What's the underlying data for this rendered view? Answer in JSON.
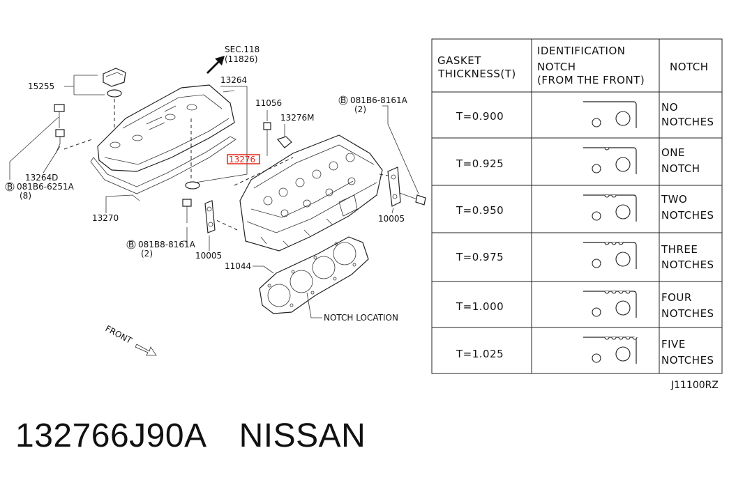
{
  "labels": {
    "sec": "SEC.118",
    "sec_ref": "(11826)",
    "p15255": "15255",
    "p13264": "13264",
    "p11056": "11056",
    "p13276M": "13276M",
    "bolt_right": "081B6-8161A",
    "bolt_right_qty": "(2)",
    "p13276_highlight": "13276",
    "p13264D": "13264D",
    "bolt_left": "081B6-6251A",
    "bolt_left_qty": "(8)",
    "p13270": "13270",
    "p10005_right": "10005",
    "bolt_center": "081B8-8161A",
    "bolt_center_qty": "(2)",
    "p10005_left": "10005",
    "p11044": "11044",
    "notch_location": "NOTCH LOCATION",
    "front": "FRONT",
    "drawing_code": "J11100RZ",
    "circle_b": "B"
  },
  "table": {
    "headers": {
      "thickness_line1": "GASKET",
      "thickness_line2": "THICKNESS(T)",
      "ident_line1": "IDENTIFICATION",
      "ident_line2": "NOTCH",
      "ident_line3": "(FROM THE FRONT)",
      "notch": "NOTCH"
    },
    "rows": [
      {
        "thickness": "T=0.900",
        "notch_line1": "NO",
        "notch_line2": "NOTCHES",
        "notch_count": 0
      },
      {
        "thickness": "T=0.925",
        "notch_line1": "ONE",
        "notch_line2": "NOTCH",
        "notch_count": 1
      },
      {
        "thickness": "T=0.950",
        "notch_line1": "TWO",
        "notch_line2": "NOTCHES",
        "notch_count": 2
      },
      {
        "thickness": "T=0.975",
        "notch_line1": "THREE",
        "notch_line2": "NOTCHES",
        "notch_count": 3
      },
      {
        "thickness": "T=1.000",
        "notch_line1": "FOUR",
        "notch_line2": "NOTCHES",
        "notch_count": 4
      },
      {
        "thickness": "T=1.025",
        "notch_line1": "FIVE",
        "notch_line2": "NOTCHES",
        "notch_count": 5
      }
    ]
  },
  "footer": {
    "part_number": "132766J90A",
    "brand": "NISSAN"
  },
  "colors": {
    "highlight": "#e0261b",
    "ink": "#222222"
  }
}
